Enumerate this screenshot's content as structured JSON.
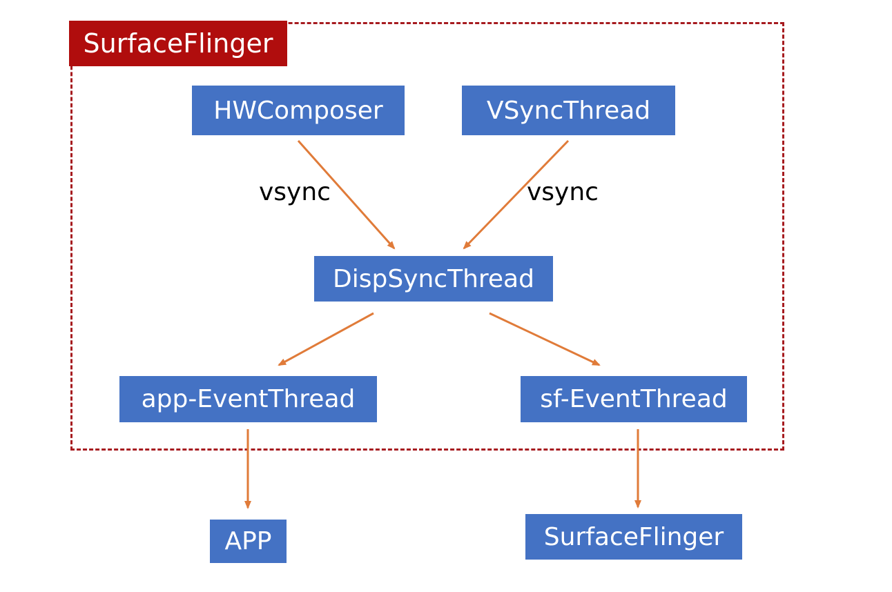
{
  "container": {
    "label": "SurfaceFlinger",
    "border_color": "#a61b1f",
    "label_bg": "#b00d0d"
  },
  "nodes": {
    "hwcomposer": "HWComposer",
    "vsync_thread": "VSyncThread",
    "disp_sync_thread": "DispSyncThread",
    "app_event_thread": "app-EventThread",
    "sf_event_thread": "sf-EventThread",
    "app": "APP",
    "surfaceflinger": "SurfaceFlinger"
  },
  "edges": [
    {
      "from": "hwcomposer",
      "to": "disp_sync_thread",
      "label": "vsync"
    },
    {
      "from": "vsync_thread",
      "to": "disp_sync_thread",
      "label": "vsync"
    },
    {
      "from": "disp_sync_thread",
      "to": "app_event_thread",
      "label": ""
    },
    {
      "from": "disp_sync_thread",
      "to": "sf_event_thread",
      "label": ""
    },
    {
      "from": "app_event_thread",
      "to": "app",
      "label": ""
    },
    {
      "from": "sf_event_thread",
      "to": "surfaceflinger",
      "label": ""
    }
  ],
  "colors": {
    "node_fill": "#4472c4",
    "node_text": "#ffffff",
    "arrow": "#e07b39"
  }
}
